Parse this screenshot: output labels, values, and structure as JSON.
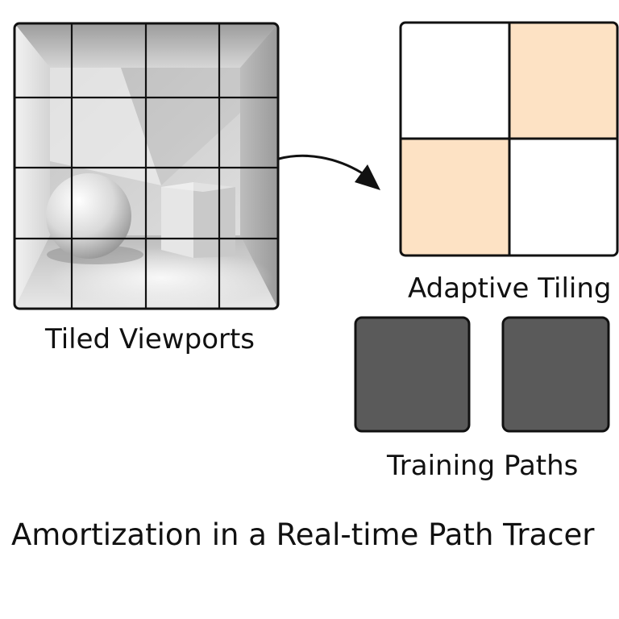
{
  "labels": {
    "tiled_viewports": "Tiled Viewports",
    "adaptive_tiling": "Adaptive Tiling",
    "training_paths": "Training Paths",
    "title": "Amortization in a Real-time Path Tracer"
  },
  "colors": {
    "outline": "#111111",
    "tile_white": "#ffffff",
    "tile_peach": "#fde2c4",
    "training_box": "#5a5a5a",
    "scene_light": "#f0f0f0",
    "scene_mid": "#c9c9c9",
    "scene_dark": "#8a8a8a"
  },
  "tiled_grid": {
    "rows": 4,
    "cols": 4
  },
  "adaptive_grid": {
    "rows": 2,
    "cols": 2,
    "cells": [
      "white",
      "peach",
      "peach",
      "white"
    ]
  }
}
